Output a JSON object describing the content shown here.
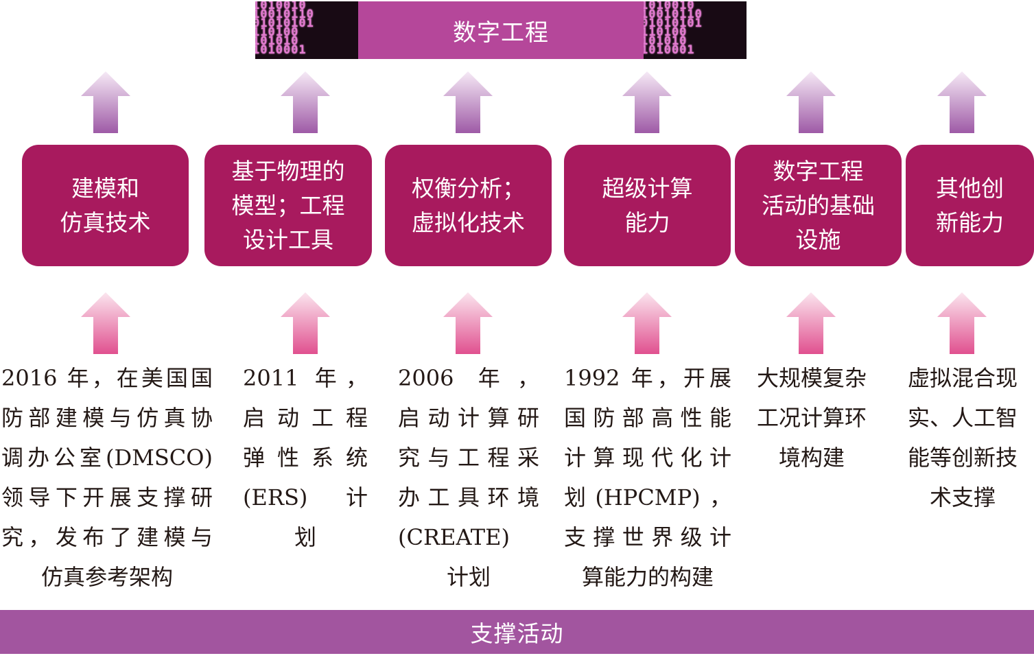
{
  "top_title": "数字工程",
  "bottom_label": "支撑活动",
  "binary_left": [
    "1010010",
    "10010110",
    "01010101",
    "110100",
    "101010",
    "1010001"
  ],
  "binary_right": [
    "1010010",
    "10010110",
    "01010101",
    "110100",
    "101010",
    "1010001"
  ],
  "boxes": [
    {
      "label": "建模和\n仿真技术"
    },
    {
      "label": "基于物理的\n模型；工程\n设计工具"
    },
    {
      "label": "权衡分析；\n虚拟化技术"
    },
    {
      "label": "超级计算\n能力"
    },
    {
      "label": "数字工程\n活动的基础\n设施"
    },
    {
      "label": "其他创\n新能力"
    }
  ],
  "descriptions": [
    {
      "lines": [
        "2016 年，在美国国",
        "防部建模与仿真协",
        "调办公室(DMSCO)",
        "领导下开展支撑研",
        "究，发布了建模与",
        "仿真参考架构"
      ]
    },
    {
      "lines": [
        "2011 年，",
        "启动工程",
        "弹性系统",
        "(ERS)计",
        "划"
      ]
    },
    {
      "lines": [
        "2006 年，",
        "启动计算研",
        "究与工程采",
        "办工具环境",
        "(CREATE)",
        "计划"
      ]
    },
    {
      "lines": [
        "1992 年，开展",
        "国防部高性能",
        "计算现代化计",
        "划(HPCMP)，",
        "支撑世界级计",
        "算能力的构建"
      ]
    },
    {
      "lines": [
        "大规模复杂",
        "工况计算环",
        "境构建"
      ]
    },
    {
      "lines": [
        "虚拟混合现",
        "实、人工智",
        "能等创新技",
        "术支撑"
      ]
    }
  ],
  "colors": {
    "box": "#a81a5e",
    "top_banner": "#b5479a",
    "bottom_bar": "#a2559f",
    "arrow_upper": "#9e5aa6",
    "arrow_lower": "#e0508f",
    "binary_bg": "#180a14",
    "binary_text": "#e27ad0"
  }
}
